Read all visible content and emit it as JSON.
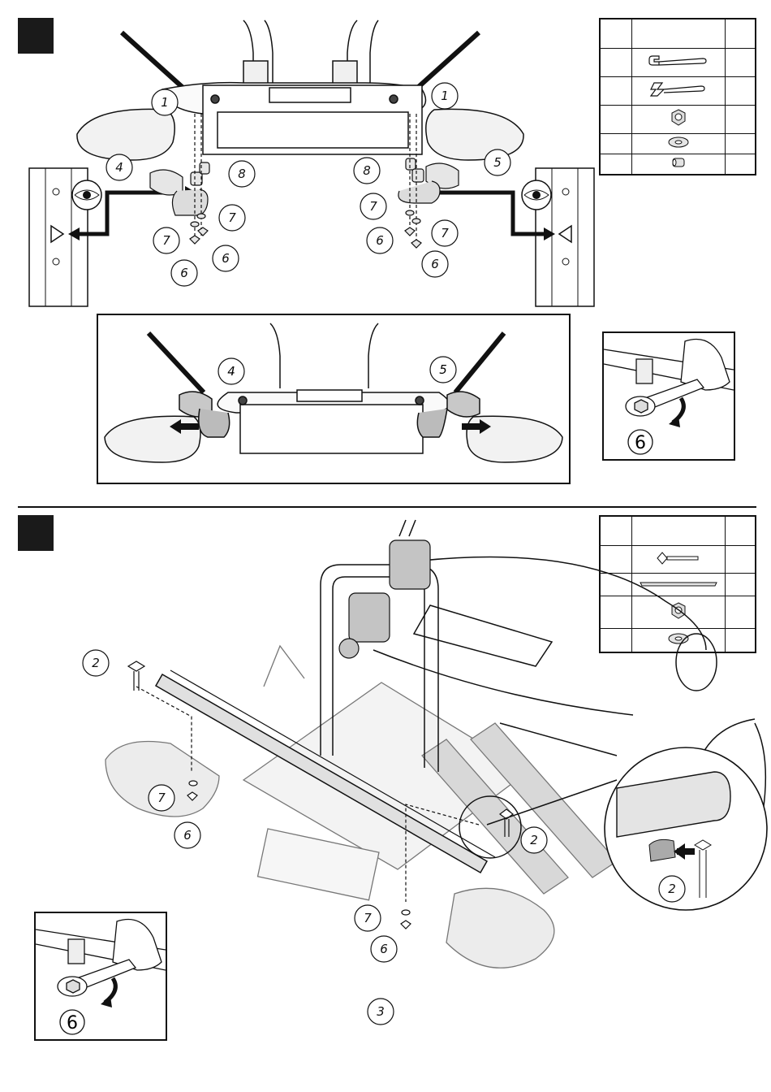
{
  "steps": [
    {
      "id": "step-1",
      "callouts": [
        "1",
        "1",
        "4",
        "5",
        "8",
        "8",
        "7",
        "7",
        "7",
        "7",
        "6",
        "6",
        "6",
        "6"
      ],
      "detail_callout": "6",
      "lower_callouts": [
        "4",
        "5"
      ],
      "parts_table": {
        "rows": [
          {
            "icon": "allen-key-large-icon"
          },
          {
            "icon": "allen-key-small-icon"
          },
          {
            "icon": "nut-icon"
          },
          {
            "icon": "washer-icon"
          },
          {
            "icon": "spacer-icon"
          }
        ]
      }
    },
    {
      "id": "step-2",
      "callouts": [
        "2",
        "7",
        "6",
        "3",
        "2",
        "7",
        "6",
        "2"
      ],
      "detail_callout": "6",
      "parts_table": {
        "rows": [
          {
            "icon": "t-bolt-icon"
          },
          {
            "icon": "rail-icon"
          },
          {
            "icon": "nut-icon"
          },
          {
            "icon": "washer-icon"
          }
        ]
      }
    }
  ],
  "colors": {
    "ink": "#111111",
    "panel": "#e8e8e8",
    "shade": "#bfbfbf"
  }
}
